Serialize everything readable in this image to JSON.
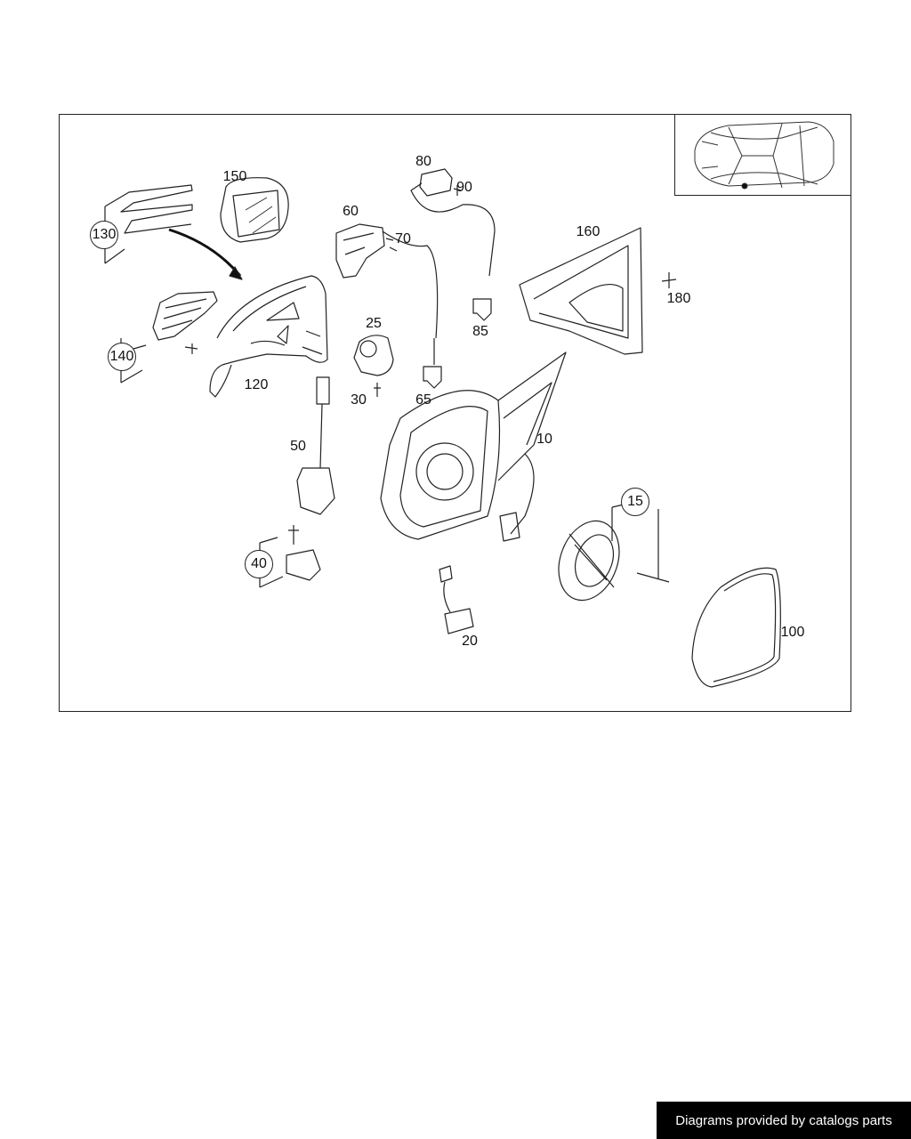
{
  "diagram": {
    "callouts": [
      {
        "id": "lbl-150",
        "text": "150",
        "kind": "plain"
      },
      {
        "id": "lbl-130",
        "text": "130",
        "kind": "circle"
      },
      {
        "id": "lbl-140",
        "text": "140",
        "kind": "circle"
      },
      {
        "id": "lbl-120",
        "text": "120",
        "kind": "plain"
      },
      {
        "id": "lbl-60",
        "text": "60",
        "kind": "plain"
      },
      {
        "id": "lbl-70",
        "text": "70",
        "kind": "plain"
      },
      {
        "id": "lbl-80",
        "text": "80",
        "kind": "plain"
      },
      {
        "id": "lbl-90",
        "text": "90",
        "kind": "plain"
      },
      {
        "id": "lbl-85",
        "text": "85",
        "kind": "plain"
      },
      {
        "id": "lbl-25",
        "text": "25",
        "kind": "plain"
      },
      {
        "id": "lbl-30",
        "text": "30",
        "kind": "plain"
      },
      {
        "id": "lbl-65",
        "text": "65",
        "kind": "plain"
      },
      {
        "id": "lbl-50",
        "text": "50",
        "kind": "plain"
      },
      {
        "id": "lbl-40",
        "text": "40",
        "kind": "circle"
      },
      {
        "id": "lbl-160",
        "text": "160",
        "kind": "plain"
      },
      {
        "id": "lbl-180",
        "text": "180",
        "kind": "plain"
      },
      {
        "id": "lbl-10",
        "text": "10",
        "kind": "plain"
      },
      {
        "id": "lbl-15",
        "text": "15",
        "kind": "circle"
      },
      {
        "id": "lbl-20",
        "text": "20",
        "kind": "plain"
      },
      {
        "id": "lbl-100",
        "text": "100",
        "kind": "plain"
      }
    ]
  },
  "footer": {
    "credit": "Diagrams provided by catalogs parts"
  }
}
